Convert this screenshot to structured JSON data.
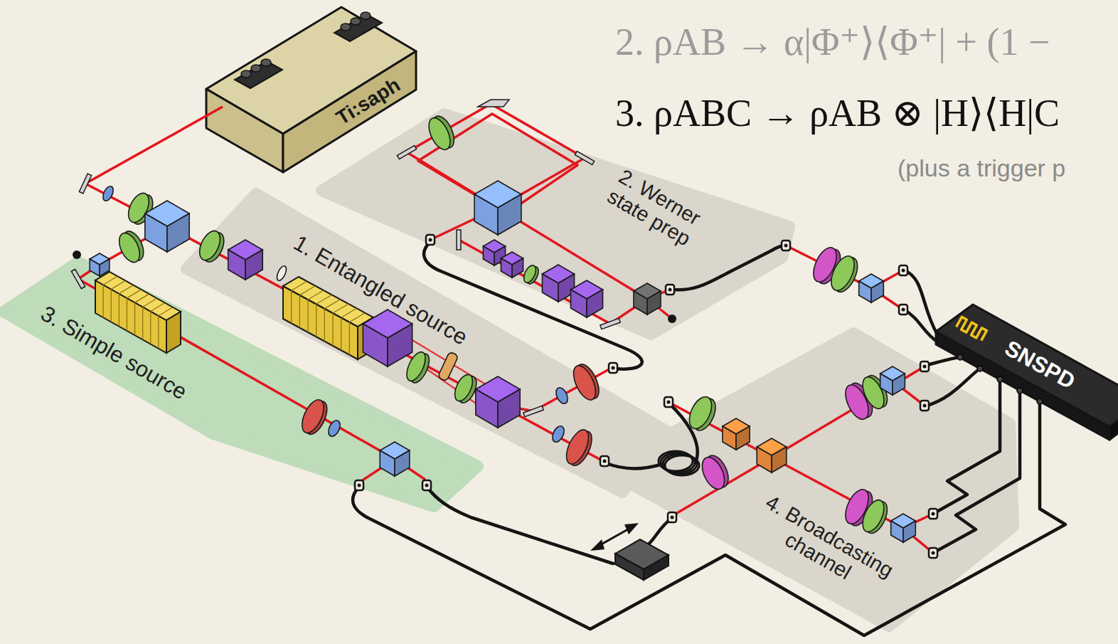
{
  "diagram": {
    "nodes": [
      {
        "text": [
          "Ti:saph"
        ]
      },
      {
        "text": [
          "2. Werner state prep"
        ]
      },
      {
        "text": [
          "1. Entangled source"
        ]
      },
      {
        "text": [
          "3. Simple source"
        ]
      },
      {
        "text": [
          "4. Broadcasting channel"
        ]
      },
      {
        "text": [
          "SNSPD"
        ]
      }
    ],
    "labels": [
      "2. ρAB → α|Φ⁺⟩⟨Φ⁺| + (1 −",
      "3. ρABC → ρAB ⊗ |H⟩⟨H|C",
      "(plus a trigger p"
    ]
  }
}
